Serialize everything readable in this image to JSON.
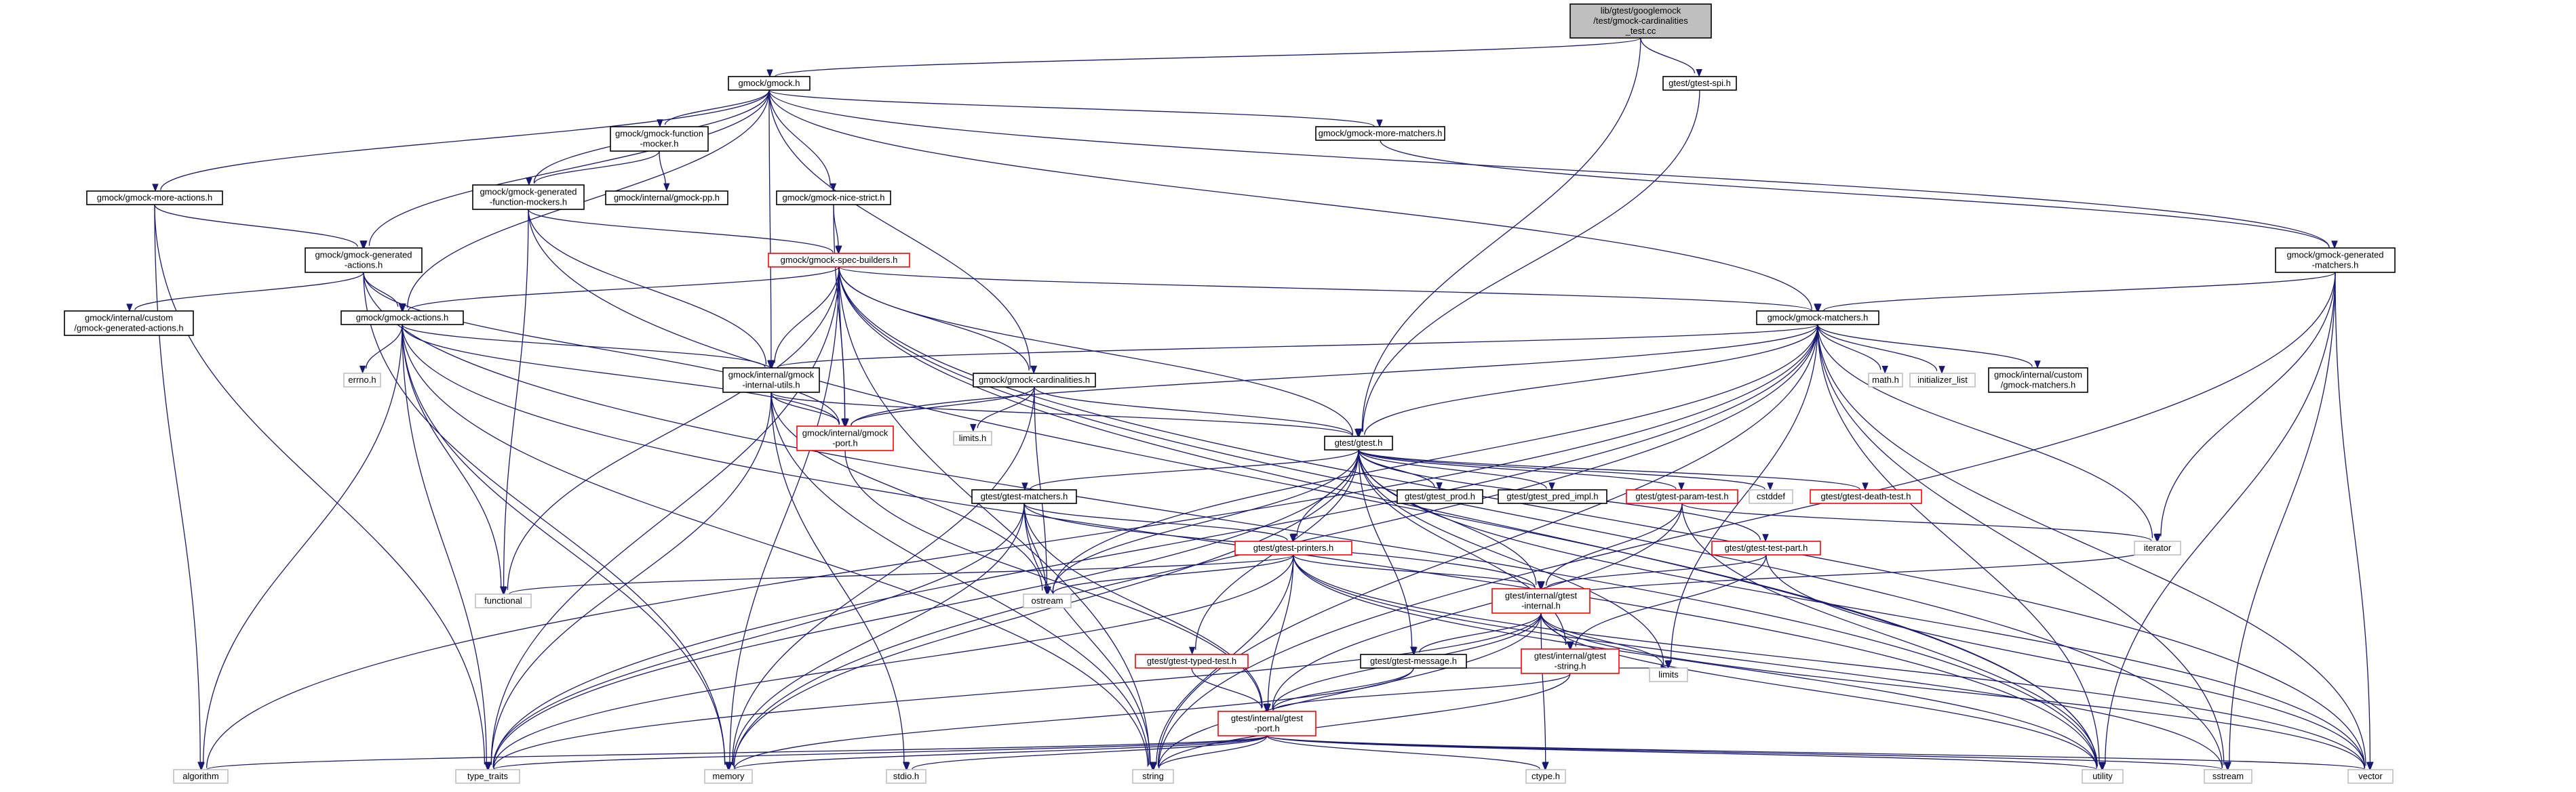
{
  "graph": {
    "title": "",
    "colors": {
      "edge": "#191970",
      "node_border_normal": "#000000",
      "node_border_truncated": "#ff0000",
      "node_border_external": "#bfbfbf",
      "root_fill": "#bfbfbf",
      "node_fill": "#ffffff"
    },
    "nodes": [
      {
        "id": "root",
        "lines": [
          "lib/gtest/googlemock",
          "/test/gmock-cardinalities",
          "_test.cc"
        ],
        "kind": "root"
      },
      {
        "id": "gmock_h",
        "lines": [
          "gmock/gmock.h"
        ],
        "kind": "normal"
      },
      {
        "id": "gtest_spi",
        "lines": [
          "gtest/gtest-spi.h"
        ],
        "kind": "normal"
      },
      {
        "id": "gfm",
        "lines": [
          "gmock/gmock-function",
          "-mocker.h"
        ],
        "kind": "normal"
      },
      {
        "id": "gmm",
        "lines": [
          "gmock/gmock-more-matchers.h"
        ],
        "kind": "normal"
      },
      {
        "id": "gma",
        "lines": [
          "gmock/gmock-more-actions.h"
        ],
        "kind": "normal"
      },
      {
        "id": "ggfm",
        "lines": [
          "gmock/gmock-generated",
          "-function-mockers.h"
        ],
        "kind": "normal"
      },
      {
        "id": "gpp",
        "lines": [
          "gmock/internal/gmock-pp.h"
        ],
        "kind": "normal"
      },
      {
        "id": "gns",
        "lines": [
          "gmock/gmock-nice-strict.h"
        ],
        "kind": "normal"
      },
      {
        "id": "gga",
        "lines": [
          "gmock/gmock-generated",
          "-actions.h"
        ],
        "kind": "normal"
      },
      {
        "id": "gsb",
        "lines": [
          "gmock/gmock-spec-builders.h"
        ],
        "kind": "truncated"
      },
      {
        "id": "ggm",
        "lines": [
          "gmock/gmock-generated",
          "-matchers.h"
        ],
        "kind": "normal"
      },
      {
        "id": "gcga",
        "lines": [
          "gmock/internal/custom",
          "/gmock-generated-actions.h"
        ],
        "kind": "normal"
      },
      {
        "id": "gact",
        "lines": [
          "gmock/gmock-actions.h"
        ],
        "kind": "normal"
      },
      {
        "id": "gmat",
        "lines": [
          "gmock/gmock-matchers.h"
        ],
        "kind": "normal"
      },
      {
        "id": "errno",
        "lines": [
          "errno.h"
        ],
        "kind": "external"
      },
      {
        "id": "giu",
        "lines": [
          "gmock/internal/gmock",
          "-internal-utils.h"
        ],
        "kind": "normal"
      },
      {
        "id": "gcard",
        "lines": [
          "gmock/gmock-cardinalities.h"
        ],
        "kind": "normal"
      },
      {
        "id": "mathh",
        "lines": [
          "math.h"
        ],
        "kind": "external"
      },
      {
        "id": "initl",
        "lines": [
          "initializer_list"
        ],
        "kind": "external"
      },
      {
        "id": "gcm",
        "lines": [
          "gmock/internal/custom",
          "/gmock-matchers.h"
        ],
        "kind": "normal"
      },
      {
        "id": "gport",
        "lines": [
          "gmock/internal/gmock",
          "-port.h"
        ],
        "kind": "truncated"
      },
      {
        "id": "limitsh",
        "lines": [
          "limits.h"
        ],
        "kind": "external"
      },
      {
        "id": "gtest",
        "lines": [
          "gtest/gtest.h"
        ],
        "kind": "normal"
      },
      {
        "id": "gprod",
        "lines": [
          "gtest/gtest_prod.h"
        ],
        "kind": "normal"
      },
      {
        "id": "gpred",
        "lines": [
          "gtest/gtest_pred_impl.h"
        ],
        "kind": "normal"
      },
      {
        "id": "gparam",
        "lines": [
          "gtest/gtest-param-test.h"
        ],
        "kind": "truncated"
      },
      {
        "id": "cstddef",
        "lines": [
          "cstddef"
        ],
        "kind": "external"
      },
      {
        "id": "gdeath",
        "lines": [
          "gtest/gtest-death-test.h"
        ],
        "kind": "truncated"
      },
      {
        "id": "gtm",
        "lines": [
          "gtest/gtest-matchers.h"
        ],
        "kind": "normal"
      },
      {
        "id": "iterator",
        "lines": [
          "iterator"
        ],
        "kind": "external"
      },
      {
        "id": "gtp",
        "lines": [
          "gtest/gtest-test-part.h"
        ],
        "kind": "truncated"
      },
      {
        "id": "gprint",
        "lines": [
          "gtest/gtest-printers.h"
        ],
        "kind": "truncated"
      },
      {
        "id": "functional",
        "lines": [
          "functional"
        ],
        "kind": "external"
      },
      {
        "id": "ostream",
        "lines": [
          "ostream"
        ],
        "kind": "external"
      },
      {
        "id": "gint",
        "lines": [
          "gtest/internal/gtest",
          "-internal.h"
        ],
        "kind": "truncated"
      },
      {
        "id": "gtt",
        "lines": [
          "gtest/gtest-typed-test.h"
        ],
        "kind": "truncated"
      },
      {
        "id": "gmsg",
        "lines": [
          "gtest/gtest-message.h"
        ],
        "kind": "normal"
      },
      {
        "id": "gstr",
        "lines": [
          "gtest/internal/gtest",
          "-string.h"
        ],
        "kind": "truncated"
      },
      {
        "id": "limits",
        "lines": [
          "limits"
        ],
        "kind": "external"
      },
      {
        "id": "gtport",
        "lines": [
          "gtest/internal/gtest",
          "-port.h"
        ],
        "kind": "truncated"
      },
      {
        "id": "algorithm",
        "lines": [
          "algorithm"
        ],
        "kind": "external"
      },
      {
        "id": "type_traits",
        "lines": [
          "type_traits"
        ],
        "kind": "external"
      },
      {
        "id": "memory",
        "lines": [
          "memory"
        ],
        "kind": "external"
      },
      {
        "id": "stdio",
        "lines": [
          "stdio.h"
        ],
        "kind": "external"
      },
      {
        "id": "string",
        "lines": [
          "string"
        ],
        "kind": "external"
      },
      {
        "id": "ctype",
        "lines": [
          "ctype.h"
        ],
        "kind": "external"
      },
      {
        "id": "utility",
        "lines": [
          "utility"
        ],
        "kind": "external"
      },
      {
        "id": "sstream",
        "lines": [
          "sstream"
        ],
        "kind": "external"
      },
      {
        "id": "vector",
        "lines": [
          "vector"
        ],
        "kind": "external"
      }
    ],
    "edges": [
      [
        "root",
        "gmock_h"
      ],
      [
        "root",
        "gtest_spi"
      ],
      [
        "root",
        "gtest"
      ],
      [
        "gmock_h",
        "gfm"
      ],
      [
        "gmock_h",
        "gmm"
      ],
      [
        "gmock_h",
        "gma"
      ],
      [
        "gmock_h",
        "ggfm"
      ],
      [
        "gmock_h",
        "gns"
      ],
      [
        "gmock_h",
        "gga"
      ],
      [
        "gmock_h",
        "ggm"
      ],
      [
        "gmock_h",
        "gact"
      ],
      [
        "gmock_h",
        "gmat"
      ],
      [
        "gmock_h",
        "giu"
      ],
      [
        "gmock_h",
        "gcard"
      ],
      [
        "gtest_spi",
        "gtest"
      ],
      [
        "gfm",
        "ggfm"
      ],
      [
        "gfm",
        "gpp"
      ],
      [
        "gmm",
        "ggm"
      ],
      [
        "gma",
        "gga"
      ],
      [
        "gma",
        "algorithm"
      ],
      [
        "gma",
        "type_traits"
      ],
      [
        "ggfm",
        "gsb"
      ],
      [
        "ggfm",
        "giu"
      ],
      [
        "ggfm",
        "functional"
      ],
      [
        "ggfm",
        "utility"
      ],
      [
        "gns",
        "gsb"
      ],
      [
        "gns",
        "gport"
      ],
      [
        "gga",
        "gact"
      ],
      [
        "gga",
        "gcga"
      ],
      [
        "gga",
        "gport"
      ],
      [
        "gga",
        "memory"
      ],
      [
        "gga",
        "utility"
      ],
      [
        "gsb",
        "gact"
      ],
      [
        "gsb",
        "gmat"
      ],
      [
        "gsb",
        "giu"
      ],
      [
        "gsb",
        "gcard"
      ],
      [
        "gsb",
        "gport"
      ],
      [
        "gsb",
        "gtest"
      ],
      [
        "gsb",
        "functional"
      ],
      [
        "gsb",
        "memory"
      ],
      [
        "gsb",
        "type_traits"
      ],
      [
        "gsb",
        "string"
      ],
      [
        "gsb",
        "utility"
      ],
      [
        "gsb",
        "sstream"
      ],
      [
        "gsb",
        "vector"
      ],
      [
        "ggm",
        "gmat"
      ],
      [
        "ggm",
        "iterator"
      ],
      [
        "ggm",
        "sstream"
      ],
      [
        "ggm",
        "string"
      ],
      [
        "ggm",
        "vector"
      ],
      [
        "ggm",
        "utility"
      ],
      [
        "gact",
        "errno"
      ],
      [
        "gact",
        "giu"
      ],
      [
        "gact",
        "gport"
      ],
      [
        "gact",
        "algorithm"
      ],
      [
        "gact",
        "functional"
      ],
      [
        "gact",
        "memory"
      ],
      [
        "gact",
        "string"
      ],
      [
        "gact",
        "type_traits"
      ],
      [
        "gact",
        "utility"
      ],
      [
        "gmat",
        "giu"
      ],
      [
        "gmat",
        "gport"
      ],
      [
        "gmat",
        "gtest"
      ],
      [
        "gmat",
        "mathh"
      ],
      [
        "gmat",
        "initl"
      ],
      [
        "gmat",
        "gcm"
      ],
      [
        "gmat",
        "iterator"
      ],
      [
        "gmat",
        "limits"
      ],
      [
        "gmat",
        "memory"
      ],
      [
        "gmat",
        "ostream"
      ],
      [
        "gmat",
        "sstream"
      ],
      [
        "gmat",
        "string"
      ],
      [
        "gmat",
        "type_traits"
      ],
      [
        "gmat",
        "utility"
      ],
      [
        "gmat",
        "vector"
      ],
      [
        "gmat",
        "algorithm"
      ],
      [
        "giu",
        "gport"
      ],
      [
        "giu",
        "gtest"
      ],
      [
        "giu",
        "ostream"
      ],
      [
        "giu",
        "string"
      ],
      [
        "giu",
        "type_traits"
      ],
      [
        "giu",
        "stdio"
      ],
      [
        "gcard",
        "gport"
      ],
      [
        "gcard",
        "gtest"
      ],
      [
        "gcard",
        "limitsh"
      ],
      [
        "gcard",
        "memory"
      ],
      [
        "gcard",
        "ostream"
      ],
      [
        "gport",
        "gtport"
      ],
      [
        "gtest",
        "gprod"
      ],
      [
        "gtest",
        "gpred"
      ],
      [
        "gtest",
        "gparam"
      ],
      [
        "gtest",
        "cstddef"
      ],
      [
        "gtest",
        "gdeath"
      ],
      [
        "gtest",
        "gtm"
      ],
      [
        "gtest",
        "gtp"
      ],
      [
        "gtest",
        "gprint"
      ],
      [
        "gtest",
        "gint"
      ],
      [
        "gtest",
        "gtt"
      ],
      [
        "gtest",
        "gmsg"
      ],
      [
        "gtest",
        "gstr"
      ],
      [
        "gtest",
        "limits"
      ],
      [
        "gtest",
        "memory"
      ],
      [
        "gtest",
        "ostream"
      ],
      [
        "gtest",
        "type_traits"
      ],
      [
        "gtest",
        "vector"
      ],
      [
        "gparam",
        "iterator"
      ],
      [
        "gparam",
        "gint"
      ],
      [
        "gparam",
        "gtport"
      ],
      [
        "gparam",
        "utility"
      ],
      [
        "gtm",
        "gint"
      ],
      [
        "gtm",
        "gprint"
      ],
      [
        "gtm",
        "gtport"
      ],
      [
        "gtm",
        "memory"
      ],
      [
        "gtm",
        "ostream"
      ],
      [
        "gtm",
        "string"
      ],
      [
        "gtm",
        "type_traits"
      ],
      [
        "gtp",
        "gint"
      ],
      [
        "gtp",
        "gstr"
      ],
      [
        "gtp",
        "vector"
      ],
      [
        "gprint",
        "functional"
      ],
      [
        "gprint",
        "ostream"
      ],
      [
        "gprint",
        "sstream"
      ],
      [
        "gprint",
        "string"
      ],
      [
        "gprint",
        "type_traits"
      ],
      [
        "gprint",
        "utility"
      ],
      [
        "gprint",
        "vector"
      ],
      [
        "gprint",
        "gtport"
      ],
      [
        "gprint",
        "gint"
      ],
      [
        "gint",
        "gtport"
      ],
      [
        "gint",
        "gmsg"
      ],
      [
        "gint",
        "gstr"
      ],
      [
        "gint",
        "ctype"
      ],
      [
        "gint",
        "limits"
      ],
      [
        "gint",
        "string"
      ],
      [
        "gint",
        "type_traits"
      ],
      [
        "gint",
        "vector"
      ],
      [
        "gint",
        "iterator"
      ],
      [
        "gint",
        "utility"
      ],
      [
        "gtt",
        "gtport"
      ],
      [
        "gmsg",
        "gtport"
      ],
      [
        "gmsg",
        "limits"
      ],
      [
        "gmsg",
        "memory"
      ],
      [
        "gstr",
        "gtport"
      ],
      [
        "gstr",
        "string"
      ],
      [
        "gtport",
        "stdio"
      ],
      [
        "gtport",
        "string"
      ],
      [
        "gtport",
        "memory"
      ],
      [
        "gtport",
        "type_traits"
      ],
      [
        "gtport",
        "sstream"
      ],
      [
        "gtport",
        "ctype"
      ],
      [
        "gtport",
        "algorithm"
      ],
      [
        "gtport",
        "utility"
      ],
      [
        "gtport",
        "vector"
      ]
    ]
  }
}
